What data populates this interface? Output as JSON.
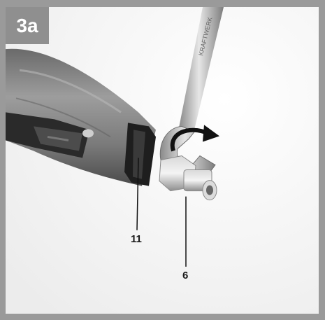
{
  "figure": {
    "label": "3a"
  },
  "callouts": [
    {
      "number": "11"
    },
    {
      "number": "6"
    }
  ],
  "colors": {
    "frame": "#9a9a9a",
    "badge": "#8f8f8f"
  },
  "icons": [
    "rotation-arrow-icon"
  ]
}
